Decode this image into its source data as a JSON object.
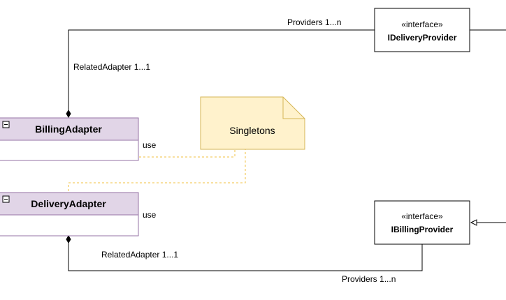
{
  "colors": {
    "class_header_fill": "#e1d5e7",
    "class_border": "#9673a6",
    "note_fill": "#fff2cc",
    "note_border": "#d6b656",
    "dashed_line": "#f0c040",
    "line": "#000000"
  },
  "classes": {
    "billing_adapter": {
      "name": "BillingAdapter",
      "toggle": "−"
    },
    "delivery_adapter": {
      "name": "DeliveryAdapter",
      "toggle": "−"
    }
  },
  "interfaces": {
    "delivery_provider": {
      "stereotype": "«interface»",
      "name": "IDeliveryProvider"
    },
    "billing_provider": {
      "stereotype": "«interface»",
      "name": "IBillingProvider"
    }
  },
  "note": {
    "text": "Singletons"
  },
  "edge_labels": {
    "providers_top": "Providers 1...n",
    "related_adapter_top": "RelatedAdapter 1...1",
    "use_billing": "use",
    "use_delivery": "use",
    "related_adapter_bottom": "RelatedAdapter 1...1",
    "providers_bottom": "Providers 1...n"
  }
}
